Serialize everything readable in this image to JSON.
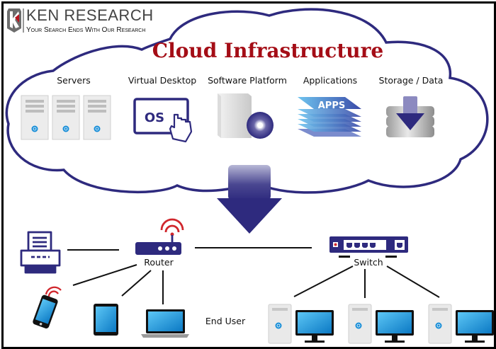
{
  "logo": {
    "name": "KEN RESEARCH",
    "tagline": "Your Search Ends With Our Research"
  },
  "title": "Cloud Infrastructure",
  "cloud_services": [
    {
      "label": "Servers",
      "icon": "server-rack-icon"
    },
    {
      "label": "Virtual Desktop",
      "icon": "os-touch-screen-icon",
      "icon_text": "OS"
    },
    {
      "label": "Software Platform",
      "icon": "software-box-disc-icon"
    },
    {
      "label": "Applications",
      "icon": "app-layers-icon",
      "icon_text": "APPS"
    },
    {
      "label": "Storage / Data",
      "icon": "database-download-icon"
    }
  ],
  "network": {
    "router_label": "Router",
    "switch_label": "Switch",
    "end_user_label": "End User"
  },
  "colors": {
    "primary": "#2e2a7e",
    "title": "#a40d16",
    "wifi": "#d0262c",
    "screen": "#1a9be0"
  }
}
